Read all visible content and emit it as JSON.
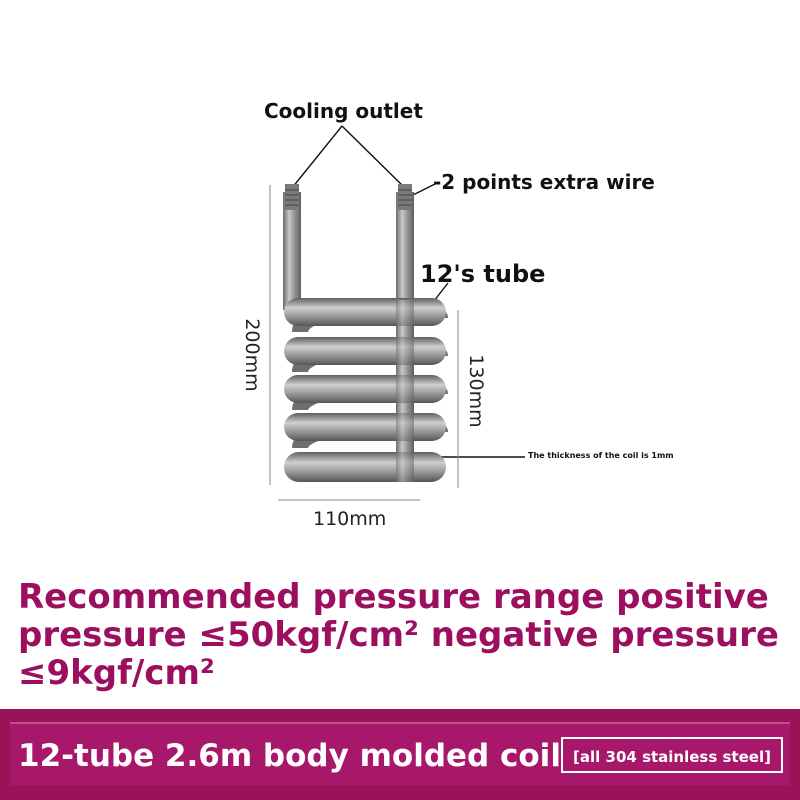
{
  "diagram": {
    "labels": {
      "cooling_outlet": "Cooling outlet",
      "extra_wire": "-2 points extra wire",
      "tube": "12's tube",
      "thickness": "The thickness of the coil is 1mm"
    },
    "dimensions": {
      "height_total": "200mm",
      "height_coil": "130mm",
      "width": "110mm"
    }
  },
  "headline": "Recommended pressure range positive pressure ≤50kgf/cm² negative pressure ≤9kgf/cm²",
  "banner": {
    "product_name": "12-tube 2.6m body molded coil",
    "material": "[all 304 stainless steel]"
  },
  "colors": {
    "accent": "#9c0e5e",
    "banner": "#9a1358",
    "metal": "#8d8d8d"
  }
}
